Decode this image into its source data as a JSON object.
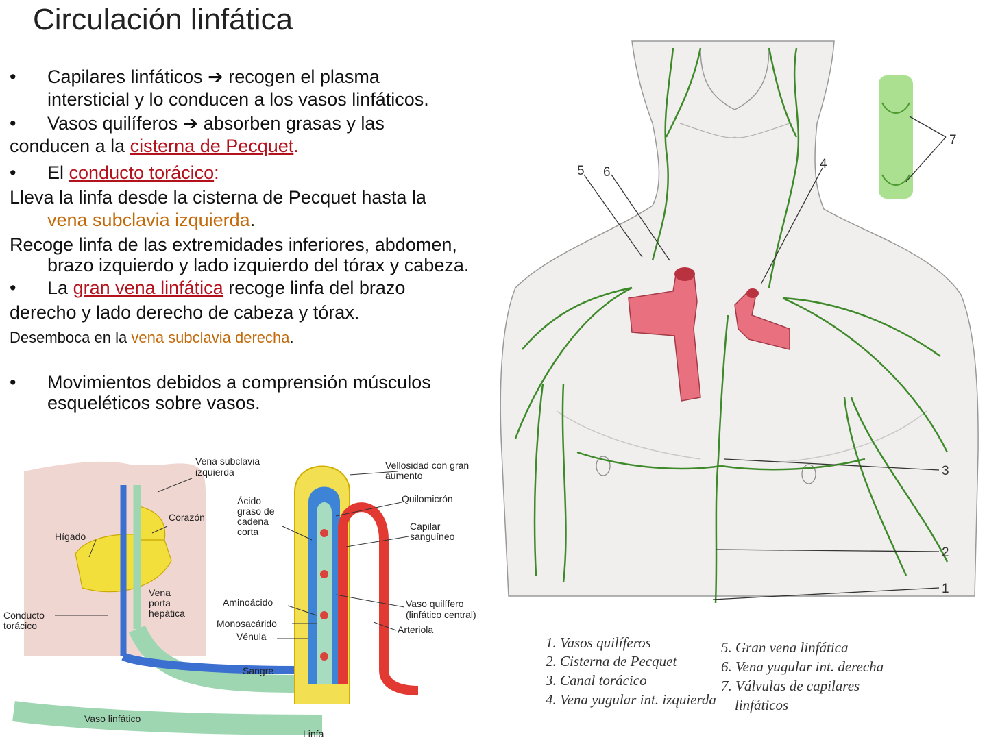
{
  "title": "Circulación linfática",
  "bullet_symbol": "•",
  "arrow_symbol": "➔",
  "text": {
    "b1_a": "Capilares linfáticos",
    "b1_b": "recogen el plasma",
    "b1_c": "intersticial y lo conducen a los vasos linfáticos.",
    "b2_a": "Vasos quilíferos",
    "b2_b": "absorben grasas y las",
    "b2_c": "conducen a la",
    "b2_link": "cisterna de Pecquet",
    "b2_end": ".",
    "b3_a": "El",
    "b3_link": "conducto torácico",
    "b3_end": ":",
    "p1_a": "Lleva la linfa desde la cisterna de Pecquet hasta la",
    "p1_vena": "vena subclavia izquierda",
    "p1_end": ".",
    "p2": "Recoge linfa de las extremidades inferiores, abdomen, brazo izquierdo y lado izquierdo del tórax y cabeza.",
    "b4_a": "La",
    "b4_link": "gran vena linfática",
    "b4_b": "recoge linfa del brazo",
    "b4_c": "derecho y lado derecho de cabeza y tórax.",
    "p3_a": "Desemboca en la",
    "p3_vena": "vena subclavia derecha",
    "p3_end": ".",
    "b5": "Movimientos debidos a comprensión músculos esqueléticos sobre vasos."
  },
  "anatomy": {
    "numbers": [
      "5",
      "6",
      "4",
      "7",
      "3",
      "2",
      "1"
    ],
    "legend": [
      "1. Vasos quilíferos",
      "2. Cisterna de Pecquet",
      "3. Canal torácico",
      "4. Vena yugular int. izquierda",
      "5. Gran vena linfática",
      "6. Vena yugular int. derecha",
      "7. Válvulas de capilares",
      "linfáticos"
    ]
  },
  "diagram": {
    "vena_subclavia": [
      "Vena subclavia",
      "izquierda"
    ],
    "corazon": "Corazón",
    "higado": "Hígado",
    "vena_porta": [
      "Vena",
      "porta",
      "hepática"
    ],
    "conducto": [
      "Conducto",
      "torácico"
    ],
    "vaso_linfatico": "Vaso linfático",
    "linfa": "Linfa",
    "sangre": "Sangre",
    "acido": [
      "Ácido",
      "graso de",
      "cadena",
      "corta"
    ],
    "aminoacido": "Aminoácido",
    "monosacarido": "Monosacárido",
    "venula": "Vénula",
    "vellosidad": [
      "Vellosidad con gran",
      "aumento"
    ],
    "quilomicron": "Quilomicrón",
    "capilar": [
      "Capilar",
      "sanguíneo"
    ],
    "vaso_quilifero": [
      "Vaso quilífero",
      "(linfático central)"
    ],
    "arteriola": "Arteriola"
  },
  "colors": {
    "link_red": "#b3121c",
    "vein_orange": "#c26a0a",
    "lymph_green": "#3e8a2a",
    "vessel_pink": "#e8707f"
  }
}
